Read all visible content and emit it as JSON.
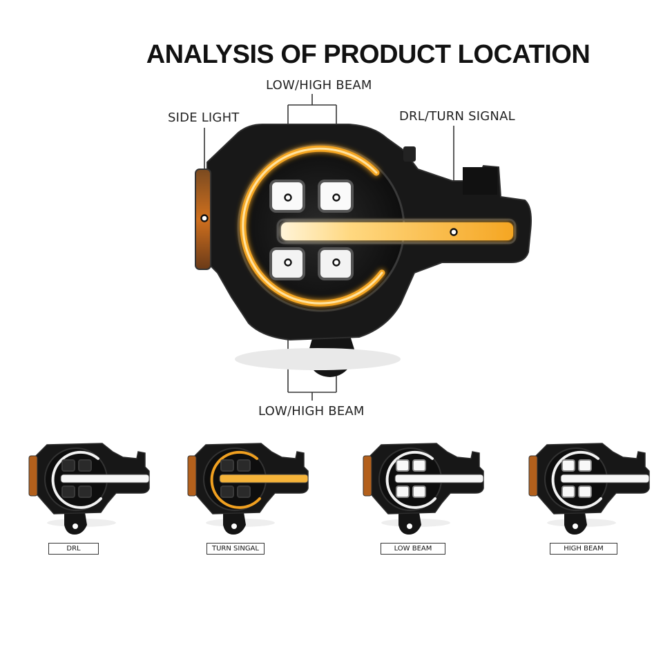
{
  "title": "ANALYSIS OF PRODUCT LOCATION",
  "callouts": {
    "low_high_beam_top": "LOW/HIGH BEAM",
    "side_light": "SIDE LIGHT",
    "drl_turn_signal": "DRL/TURN SIGNAL",
    "low_high_beam_bottom": "LOW/HIGH BEAM"
  },
  "modes": [
    {
      "caption": "DRL",
      "ring_color": "#f2f2f2",
      "bar_color": "#f7f7f7",
      "beams_on": false
    },
    {
      "caption": "TURN SINGAL",
      "ring_color": "#f0a020",
      "bar_color": "#f6b43a",
      "beams_on": false
    },
    {
      "caption": "LOW BEAM",
      "ring_color": "#f2f2f2",
      "bar_color": "#f7f7f7",
      "beams_on": true
    },
    {
      "caption": "HIGH BEAM",
      "ring_color": "#f2f2f2",
      "bar_color": "#f7f7f7",
      "beams_on": true
    }
  ],
  "colors": {
    "housing": "#1a1a1a",
    "amber_glow": "#f5a623",
    "side_marker": "#c2661e"
  }
}
